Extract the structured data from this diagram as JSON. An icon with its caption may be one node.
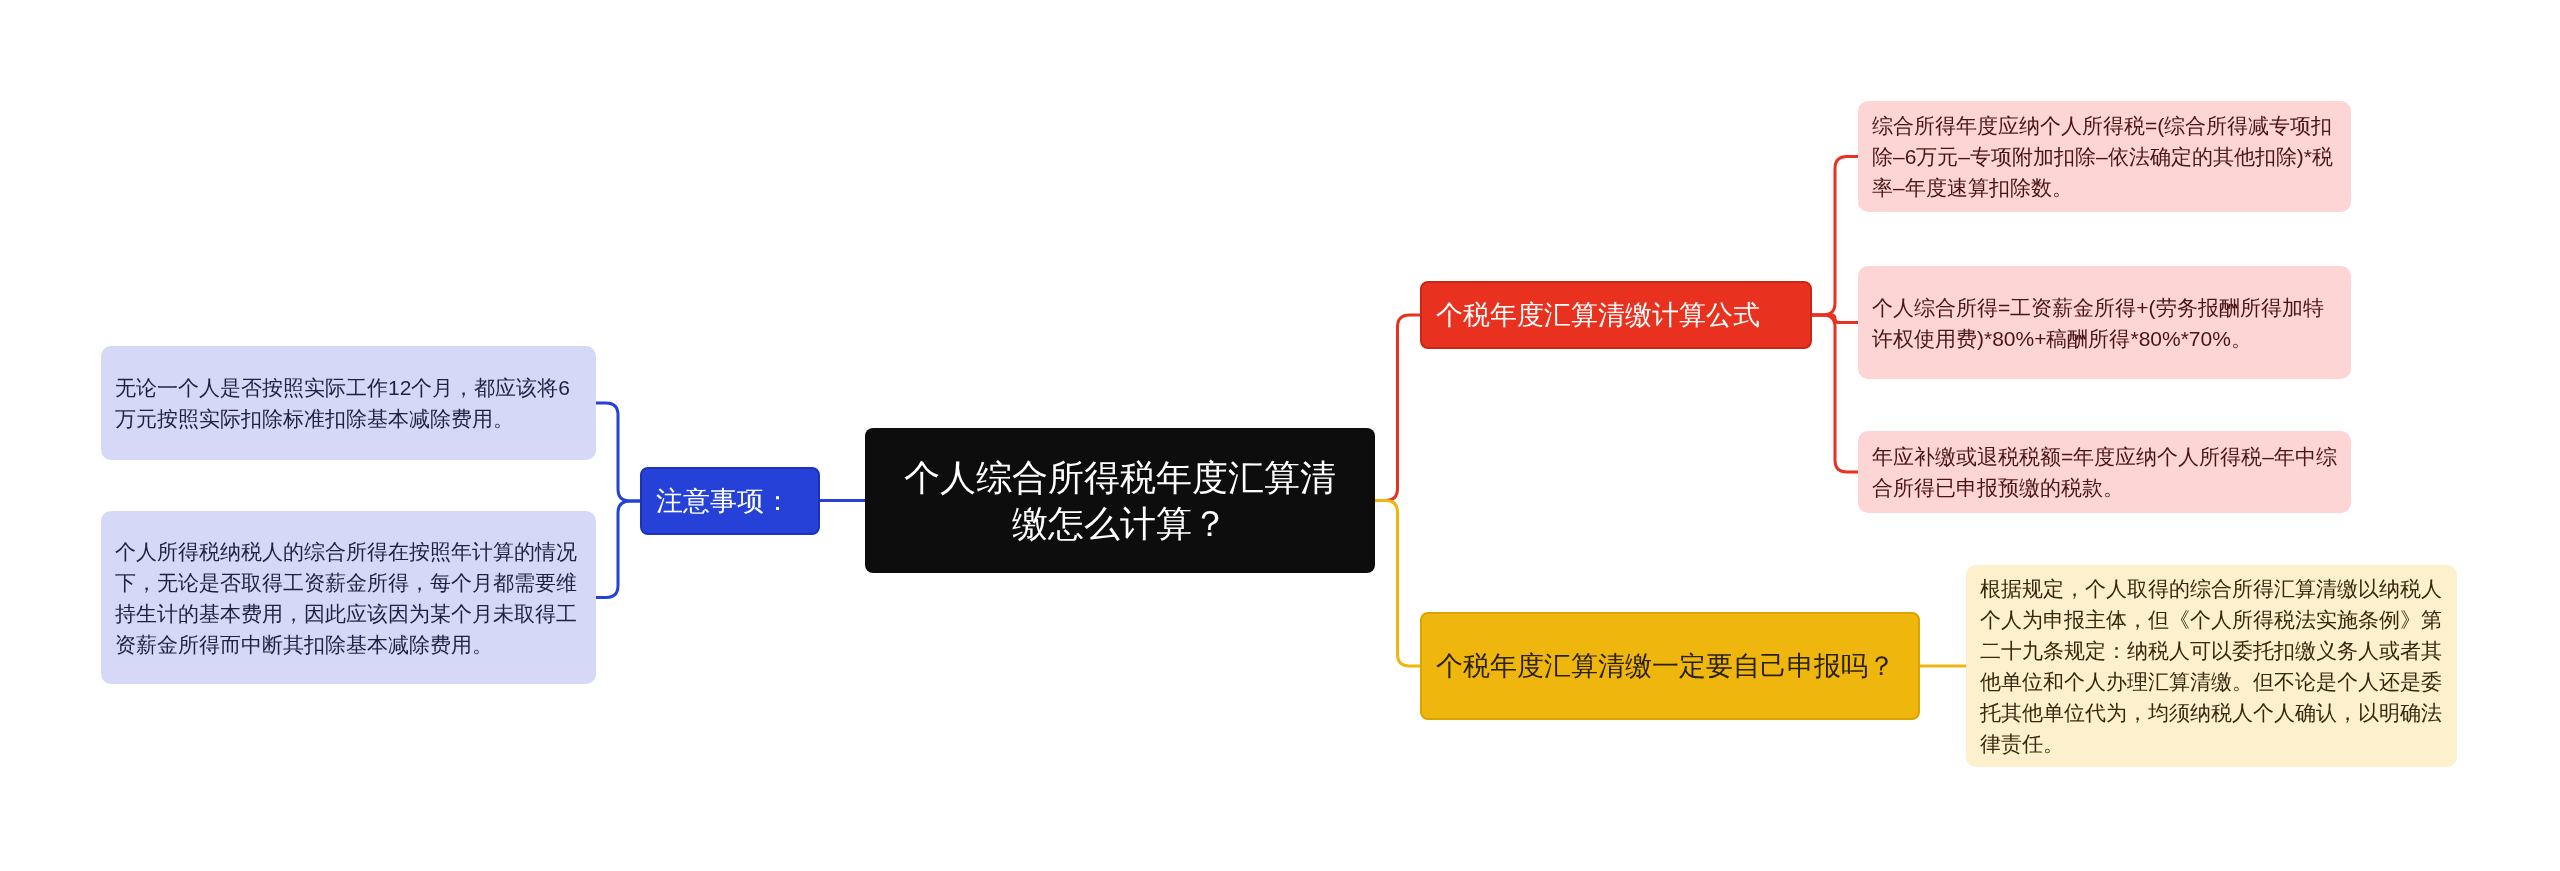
{
  "diagram": {
    "nodes": [
      {
        "text": [
          "个人综合所得税年度汇算清缴怎么计算？"
        ]
      },
      {
        "text": [
          "注意事项："
        ]
      },
      {
        "text": [
          "无论一个人是否按照实际工作12个月，都应该将6万元按照实际扣除标准扣除基本减除费用。"
        ]
      },
      {
        "text": [
          "个人所得税纳税人的综合所得在按照年计算的情况下，无论是否取得工资薪金所得，每个月都需要维持生计的基本费用，因此应该因为某个月未取得工资薪金所得而中断其扣除基本减除费用。"
        ]
      },
      {
        "text": [
          "个税年度汇算清缴计算公式"
        ]
      },
      {
        "text": [
          "综合所得年度应纳个人所得税=(综合所得减专项扣除–6万元–专项附加扣除–依法确定的其他扣除)*税率–年度速算扣除数。"
        ]
      },
      {
        "text": [
          "个人综合所得=工资薪金所得+(劳务报酬所得加特许权使用费)*80%+稿酬所得*80%*70%。"
        ]
      },
      {
        "text": [
          "年应补缴或退税税额=年度应纳个人所得税–年中综合所得已申报预缴的税款。"
        ]
      },
      {
        "text": [
          "个税年度汇算清缴一定要自己申报吗？"
        ]
      },
      {
        "text": [
          "根据规定，个人取得的综合所得汇算清缴以纳税人个人为申报主体，但《个人所得税法实施条例》第二十九条规定：纳税人可以委托扣缴义务人或者其他单位和个人办理汇算清缴。但不论是个人还是委托其他单位代为，均须纳税人个人确认，以明确法律责任。"
        ]
      }
    ],
    "edges": [
      {
        "from": 0,
        "to": 1,
        "arrow": "none",
        "color": "#2541d8"
      },
      {
        "from": 1,
        "to": 2,
        "arrow": "none",
        "color": "#2541d8"
      },
      {
        "from": 1,
        "to": 3,
        "arrow": "none",
        "color": "#2541d8"
      },
      {
        "from": 0,
        "to": 4,
        "arrow": "none",
        "color": "#e8321f"
      },
      {
        "from": 4,
        "to": 5,
        "arrow": "none",
        "color": "#e8321f"
      },
      {
        "from": 4,
        "to": 6,
        "arrow": "none",
        "color": "#e8321f"
      },
      {
        "from": 4,
        "to": 7,
        "arrow": "none",
        "color": "#e8321f"
      },
      {
        "from": 0,
        "to": 8,
        "arrow": "none",
        "color": "#efb70d"
      },
      {
        "from": 8,
        "to": 9,
        "arrow": "none",
        "color": "#efb70d"
      }
    ]
  }
}
